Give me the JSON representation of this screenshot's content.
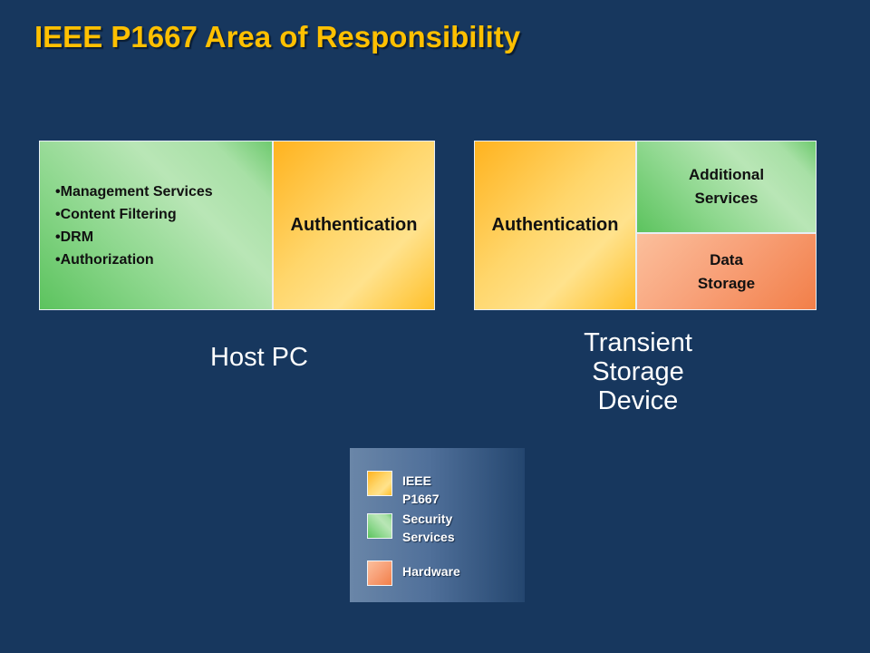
{
  "slide": {
    "title": "IEEE P1667 Area of Responsibility"
  },
  "host": {
    "services": [
      "Management Services",
      "Content Filtering",
      "DRM",
      "Authorization"
    ],
    "auth_label": "Authentication",
    "caption": "Host PC"
  },
  "device": {
    "auth_label": "Authentication",
    "additional_label": "Additional\nServices",
    "storage_label": "Data\nStorage",
    "caption": "Transient\nStorage\nDevice"
  },
  "legend": {
    "items": [
      {
        "label": "IEEE P1667",
        "color": "#ffc84a"
      },
      {
        "label": "Security\nServices",
        "color": "#8fd88f"
      },
      {
        "label": "Hardware",
        "color": "#f58a5a"
      }
    ]
  },
  "colors": {
    "background": "#17375e",
    "title": "#ffc000",
    "ieee_p1667": "#ffc84a",
    "security_services": "#8fd88f",
    "hardware": "#f58a5a"
  }
}
